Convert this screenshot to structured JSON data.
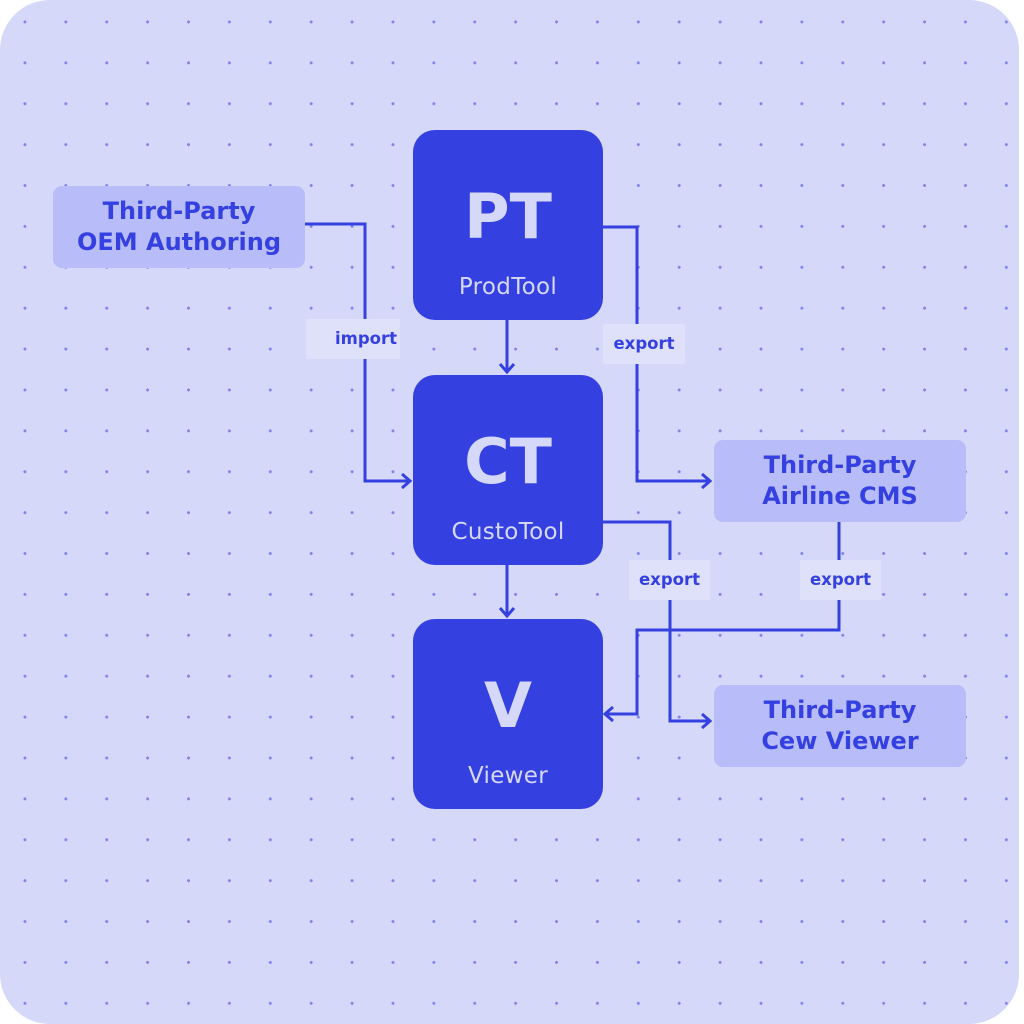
{
  "diagram": {
    "tools": [
      {
        "id": "pt",
        "abbr": "PT",
        "name": "ProdTool"
      },
      {
        "id": "ct",
        "abbr": "CT",
        "name": "CustoTool"
      },
      {
        "id": "v",
        "abbr": "V",
        "name": "Viewer"
      }
    ],
    "third_party": [
      {
        "id": "oem",
        "line1": "Third-Party",
        "line2": "OEM Authoring"
      },
      {
        "id": "cms",
        "line1": "Third-Party",
        "line2": "Airline CMS"
      },
      {
        "id": "crew",
        "line1": "Third-Party",
        "line2": "Cew Viewer"
      }
    ],
    "edge_labels": {
      "oem_to_ct": "import",
      "pt_to_cms": "export",
      "ct_to_crew": "export",
      "cms_to_v": "export"
    },
    "edges": [
      {
        "from": "PT",
        "to": "CT"
      },
      {
        "from": "CT",
        "to": "V"
      },
      {
        "from": "OEM Authoring",
        "to": "CT",
        "label": "import"
      },
      {
        "from": "PT",
        "to": "Airline CMS",
        "label": "export"
      },
      {
        "from": "CT",
        "to": "Cew Viewer",
        "label": "export"
      },
      {
        "from": "Airline CMS",
        "to": "V",
        "label": "export"
      }
    ],
    "colors": {
      "background": "#d6d8fa",
      "grid_dot": "#7d83ee",
      "tool_box": "#3441e0",
      "tool_text": "#d6d8fa",
      "third_party_box": "#b8bcf9",
      "accent": "#3441e0",
      "label_bg": "#dfe1fb"
    }
  }
}
